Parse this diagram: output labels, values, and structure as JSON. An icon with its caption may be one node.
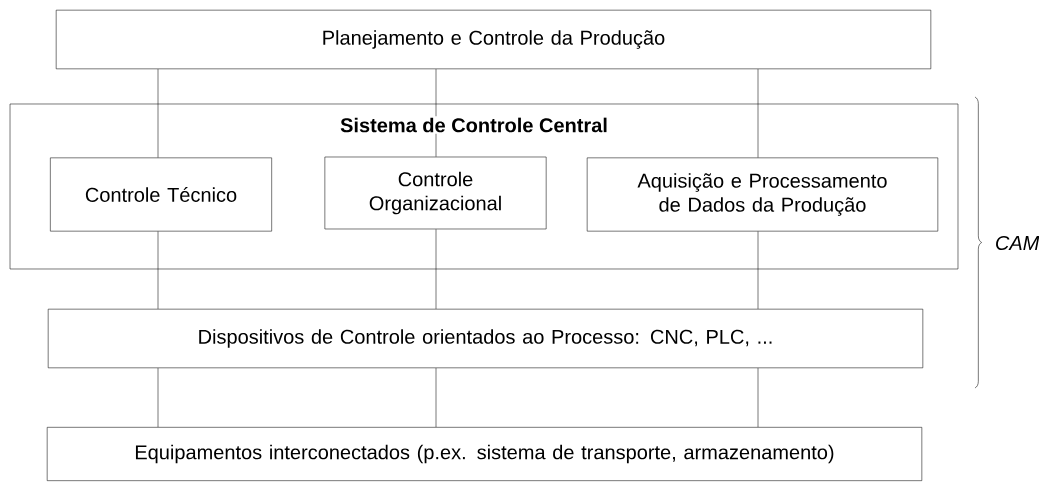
{
  "diagram": {
    "nodes": [
      {
        "text": [
          "Planejamento e Controle da Produção"
        ]
      },
      {
        "text": [
          "Sistema de Controle Central"
        ]
      },
      {
        "text": [
          "Controle Técnico"
        ],
        "in": 1
      },
      {
        "text": [
          "Controle Organizacional"
        ],
        "in": 1
      },
      {
        "text": [
          "Aquisição e Processamento de Dados da Produção"
        ],
        "in": 1
      },
      {
        "text": [
          "Dispositivos de Controle orientados ao Processo: CNC, PLC, ..."
        ]
      },
      {
        "text": [
          "Equipamentos interconectados (p.ex. sistema de transporte, armazenamento)"
        ]
      }
    ],
    "edges": [
      {
        "from": 0,
        "to": 2,
        "arrow": "none"
      },
      {
        "from": 0,
        "to": 3,
        "arrow": "none"
      },
      {
        "from": 0,
        "to": 4,
        "arrow": "none"
      },
      {
        "from": 2,
        "to": 5,
        "arrow": "none"
      },
      {
        "from": 3,
        "to": 5,
        "arrow": "none"
      },
      {
        "from": 4,
        "to": 5,
        "arrow": "none"
      },
      {
        "from": 5,
        "to": 6,
        "arrow": "none"
      },
      {
        "from": 5,
        "to": 6,
        "arrow": "none"
      },
      {
        "from": 5,
        "to": 6,
        "arrow": "none"
      }
    ],
    "labels": [
      "CAM"
    ]
  }
}
